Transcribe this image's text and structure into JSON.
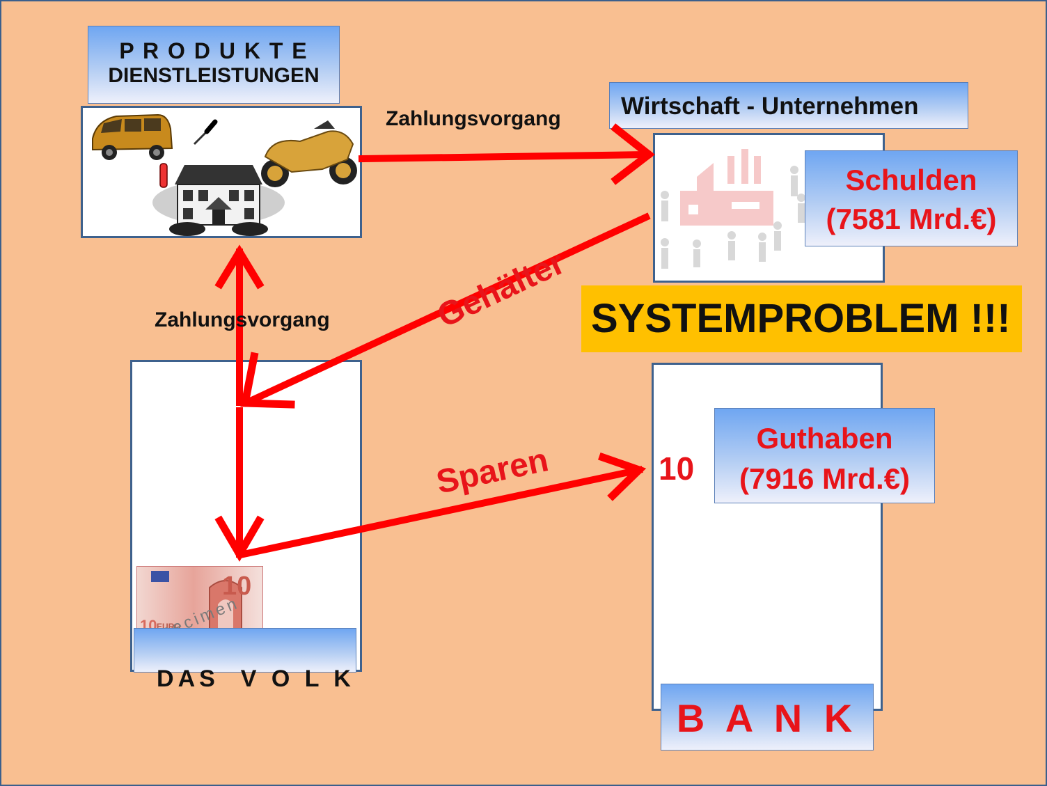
{
  "products": {
    "line1": "P R O D U K T E",
    "line2": "DIENSTLEISTUNGEN"
  },
  "economy": {
    "title": "Wirtschaft - Unternehmen"
  },
  "debts": {
    "line1": "Schulden",
    "line2": "(7581 Mrd.€)"
  },
  "system_problem": "SYSTEMPROBLEM !!!",
  "people": {
    "title": "DAS  V O L K"
  },
  "bank": {
    "title": "B A N K"
  },
  "credit": {
    "line1": "Guthaben",
    "line2": "(7916 Mrd.€)"
  },
  "bank_amount": "10",
  "arrows": {
    "payment_top": "Zahlungsvorgang",
    "payment_left": "Zahlungsvorgang",
    "salaries": "Gehälter",
    "savings": "Sparen"
  },
  "icons": [
    "van-icon",
    "screwdriver-icon",
    "motorcycle-icon",
    "house-icon",
    "factory-icon",
    "euro-banknote-icon"
  ],
  "banknote": {
    "value": "10",
    "currency": "EURO",
    "specimen": "specimen"
  },
  "colors": {
    "background": "#f9bf91",
    "arrow": "#ff0000",
    "label_text_red": "#e8141a",
    "problem_bg": "#ffc000"
  }
}
